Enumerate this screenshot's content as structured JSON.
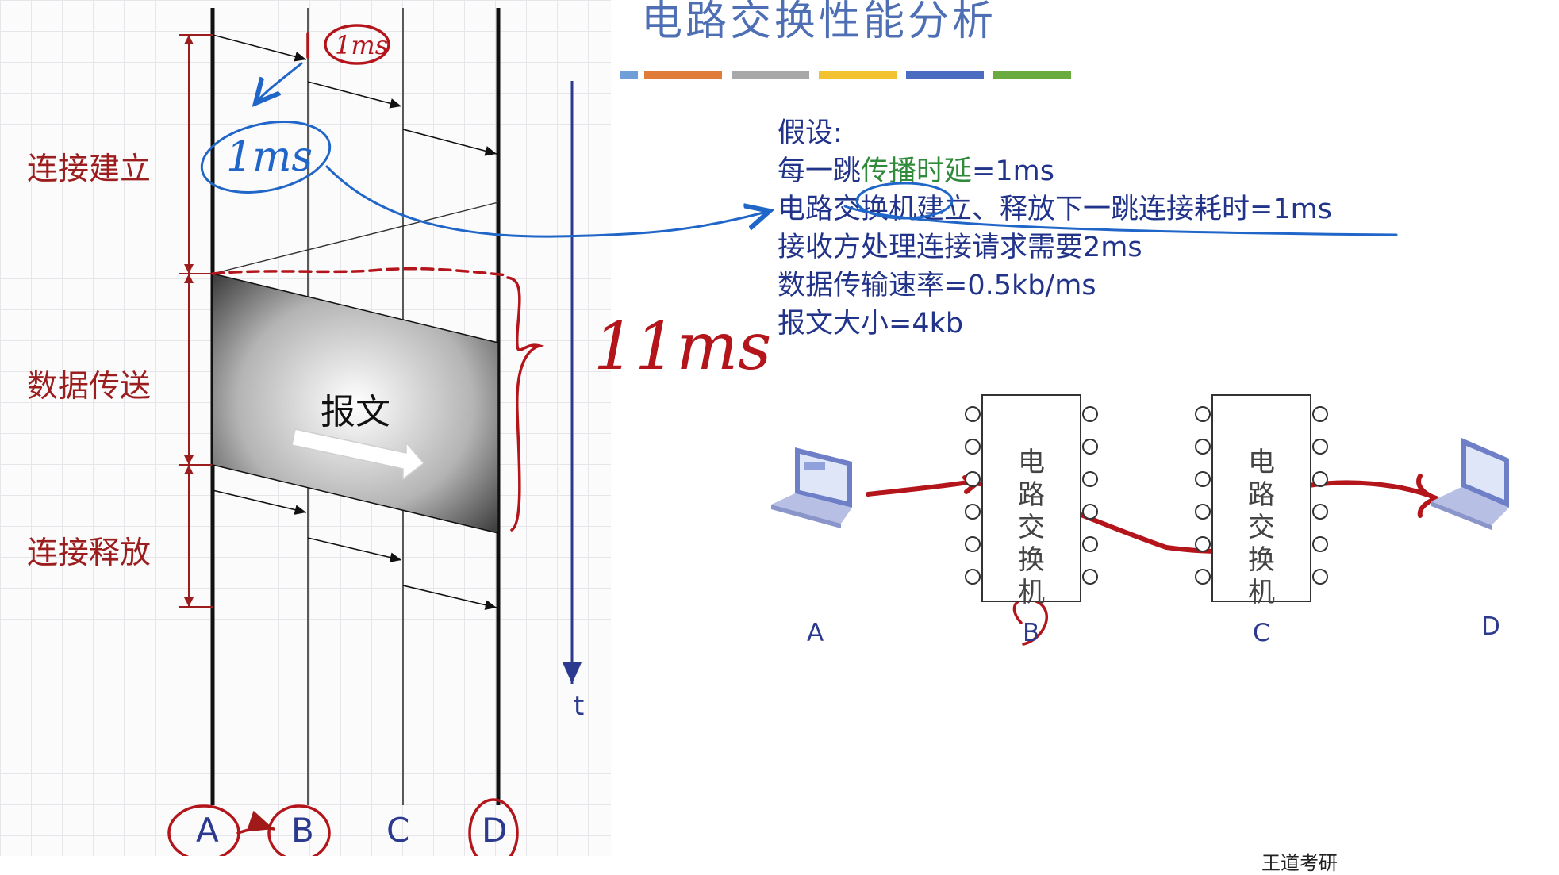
{
  "title": "电路交换性能分析",
  "color_bar": [
    "#6f9fd8",
    "#e07b3a",
    "#a8a8a8",
    "#f2c230",
    "#4a6cc0",
    "#6aab3f"
  ],
  "phases": [
    "连接建立",
    "数据传送",
    "连接释放"
  ],
  "nodes_bottom": [
    "A",
    "B",
    "C",
    "D"
  ],
  "time_axis_label": "t",
  "message_label": "报文",
  "assumptions": {
    "heading": "假设:",
    "line1_prefix": "每一跳",
    "line1_highlight": "传播时延",
    "line1_suffix": "=1ms",
    "line2": "电路交换机建立、释放下一跳连接耗时=1ms",
    "line3": "接收方处理连接请求需要2ms",
    "line4": "数据传输速率=0.5kb/ms",
    "line5": "报文大小=4kb"
  },
  "network": {
    "labels": [
      "A",
      "B",
      "C",
      "D"
    ],
    "switch_label": [
      "电路",
      "交换",
      "机"
    ]
  },
  "annotations": {
    "top_note": "1ms",
    "left_note": "1ms",
    "right_note": "11ms"
  },
  "footer": "王道考研"
}
